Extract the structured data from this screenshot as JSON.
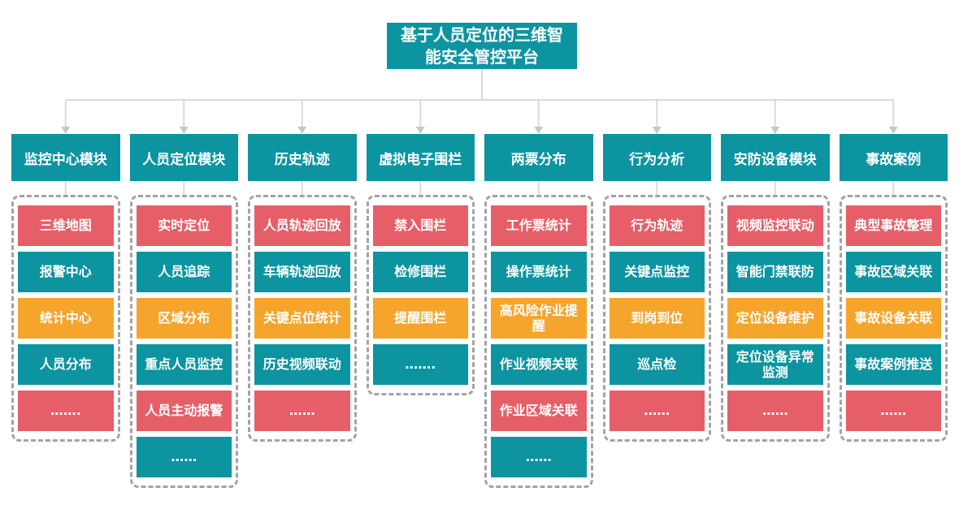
{
  "title": "基于人员定位的三维智能安全管控平台",
  "colors": {
    "teal": "#0c94a1",
    "red": "#e65f68",
    "orange": "#f5a52b",
    "connector_line": "#dadada",
    "arrow": "#c3c8ca",
    "dashed_border": "#a3a3a3"
  },
  "columns": [
    {
      "header": "监控中心模块",
      "items": [
        {
          "label": "三维地图",
          "color": "red"
        },
        {
          "label": "报警中心",
          "color": "teal"
        },
        {
          "label": "统计中心",
          "color": "orange"
        },
        {
          "label": "人员分布",
          "color": "teal"
        },
        {
          "label": "…….",
          "color": "red"
        }
      ]
    },
    {
      "header": "人员定位模块",
      "items": [
        {
          "label": "实时定位",
          "color": "red"
        },
        {
          "label": "人员追踪",
          "color": "teal"
        },
        {
          "label": "区域分布",
          "color": "orange"
        },
        {
          "label": "重点人员监控",
          "color": "teal"
        },
        {
          "label": "人员主动报警",
          "color": "red"
        },
        {
          "label": "……",
          "color": "teal"
        }
      ]
    },
    {
      "header": "历史轨迹",
      "items": [
        {
          "label": "人员轨迹回放",
          "color": "red"
        },
        {
          "label": "车辆轨迹回放",
          "color": "teal"
        },
        {
          "label": "关键点位统计",
          "color": "orange"
        },
        {
          "label": "历史视频联动",
          "color": "teal"
        },
        {
          "label": "……",
          "color": "red"
        }
      ]
    },
    {
      "header": "虚拟电子围栏",
      "items": [
        {
          "label": "禁入围栏",
          "color": "red"
        },
        {
          "label": "检修围栏",
          "color": "teal"
        },
        {
          "label": "提醒围栏",
          "color": "orange"
        },
        {
          "label": "…….",
          "color": "teal"
        }
      ]
    },
    {
      "header": "两票分布",
      "items": [
        {
          "label": "工作票统计",
          "color": "red"
        },
        {
          "label": "操作票统计",
          "color": "teal"
        },
        {
          "label": "高风险作业提醒",
          "color": "orange"
        },
        {
          "label": "作业视频关联",
          "color": "teal"
        },
        {
          "label": "作业区域关联",
          "color": "red"
        },
        {
          "label": "……",
          "color": "teal"
        }
      ]
    },
    {
      "header": "行为分析",
      "items": [
        {
          "label": "行为轨迹",
          "color": "red"
        },
        {
          "label": "关键点监控",
          "color": "teal"
        },
        {
          "label": "到岗到位",
          "color": "orange"
        },
        {
          "label": "巡点检",
          "color": "teal"
        },
        {
          "label": "……",
          "color": "red"
        }
      ]
    },
    {
      "header": "安防设备模块",
      "items": [
        {
          "label": "视频监控联动",
          "color": "red"
        },
        {
          "label": "智能门禁联防",
          "color": "teal"
        },
        {
          "label": "定位设备维护",
          "color": "orange"
        },
        {
          "label": "定位设备异常监测",
          "color": "teal"
        },
        {
          "label": "……",
          "color": "red"
        }
      ]
    },
    {
      "header": "事故案例",
      "items": [
        {
          "label": "典型事故整理",
          "color": "red"
        },
        {
          "label": "事故区域关联",
          "color": "teal"
        },
        {
          "label": "事故设备关联",
          "color": "orange"
        },
        {
          "label": "事故案例推送",
          "color": "teal"
        },
        {
          "label": "……",
          "color": "red"
        }
      ]
    }
  ]
}
